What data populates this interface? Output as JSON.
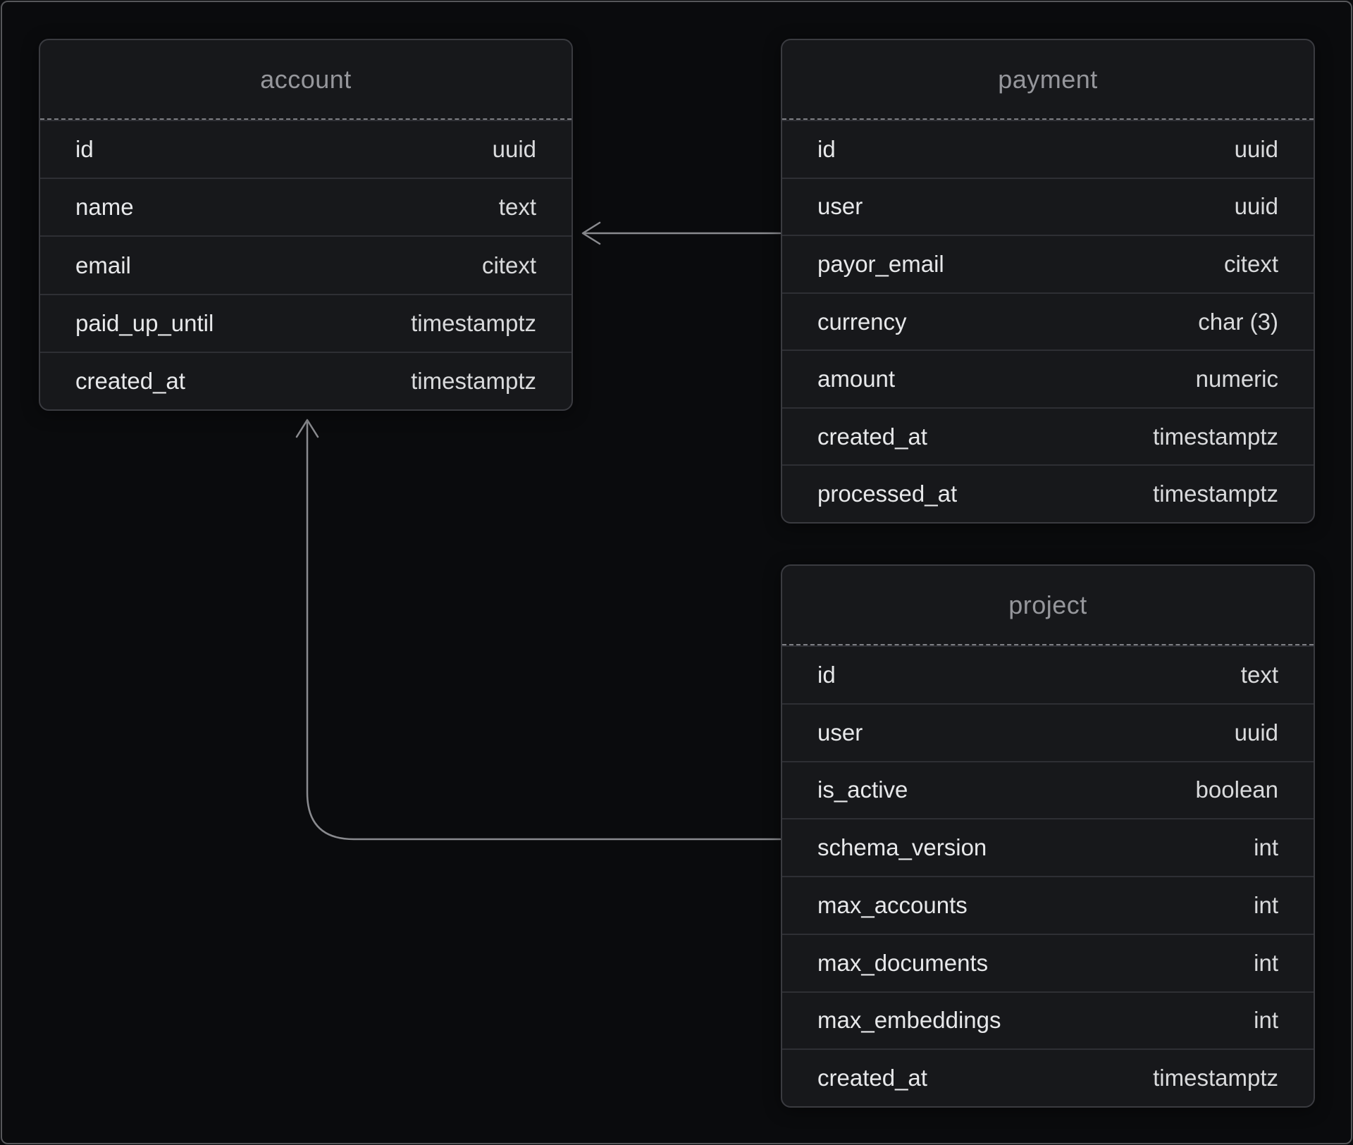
{
  "diagram": {
    "tables": [
      {
        "id": "account",
        "title": "account",
        "fields": [
          {
            "name": "id",
            "type": "uuid"
          },
          {
            "name": "name",
            "type": "text"
          },
          {
            "name": "email",
            "type": "citext"
          },
          {
            "name": "paid_up_until",
            "type": "timestamptz"
          },
          {
            "name": "created_at",
            "type": "timestamptz"
          }
        ]
      },
      {
        "id": "payment",
        "title": "payment",
        "fields": [
          {
            "name": "id",
            "type": "uuid"
          },
          {
            "name": "user",
            "type": "uuid"
          },
          {
            "name": "payor_email",
            "type": "citext"
          },
          {
            "name": "currency",
            "type": "char (3)"
          },
          {
            "name": "amount",
            "type": "numeric"
          },
          {
            "name": "created_at",
            "type": "timestamptz"
          },
          {
            "name": "processed_at",
            "type": "timestamptz"
          }
        ]
      },
      {
        "id": "project",
        "title": "project",
        "fields": [
          {
            "name": "id",
            "type": "text"
          },
          {
            "name": "user",
            "type": "uuid"
          },
          {
            "name": "is_active",
            "type": "boolean"
          },
          {
            "name": "schema_version",
            "type": "int"
          },
          {
            "name": "max_accounts",
            "type": "int"
          },
          {
            "name": "max_documents",
            "type": "int"
          },
          {
            "name": "max_embeddings",
            "type": "int"
          },
          {
            "name": "created_at",
            "type": "timestamptz"
          }
        ]
      }
    ],
    "relations": [
      {
        "from": "payment",
        "to": "account"
      },
      {
        "from": "project",
        "to": "account"
      }
    ],
    "colors": {
      "background": "#0a0b0d",
      "card": "#17181b",
      "card_border": "#3a3b40",
      "row_divider": "#2e2f34",
      "header_divider": "#7e7f84",
      "title_text": "#96979c",
      "field_text": "#e7e8ea",
      "type_text": "#d9dadc",
      "connector": "#8a8b8f"
    }
  }
}
